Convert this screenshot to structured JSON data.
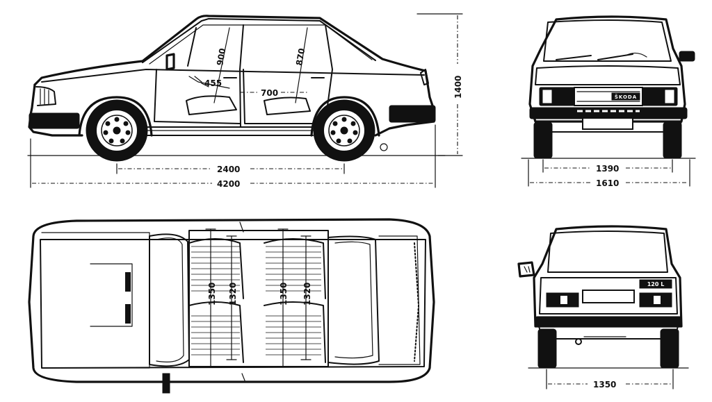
{
  "diagram": {
    "side_view": {
      "dimensions": {
        "window_height_front": "900",
        "window_height_rear": "870",
        "seat_offset": "455",
        "seat_spacing": "700",
        "wheelbase": "2400",
        "overall_length": "4200",
        "overall_height": "1400"
      }
    },
    "front_view": {
      "badge": "ŠKODA",
      "dimensions": {
        "front_track": "1390",
        "overall_width": "1610"
      }
    },
    "top_view": {
      "dimensions": {
        "front_width_a": "1350",
        "front_width_b": "1320",
        "rear_width_a": "1350",
        "rear_width_b": "1320"
      }
    },
    "rear_view": {
      "badge": "120 L",
      "dimensions": {
        "rear_track": "1350"
      }
    }
  }
}
